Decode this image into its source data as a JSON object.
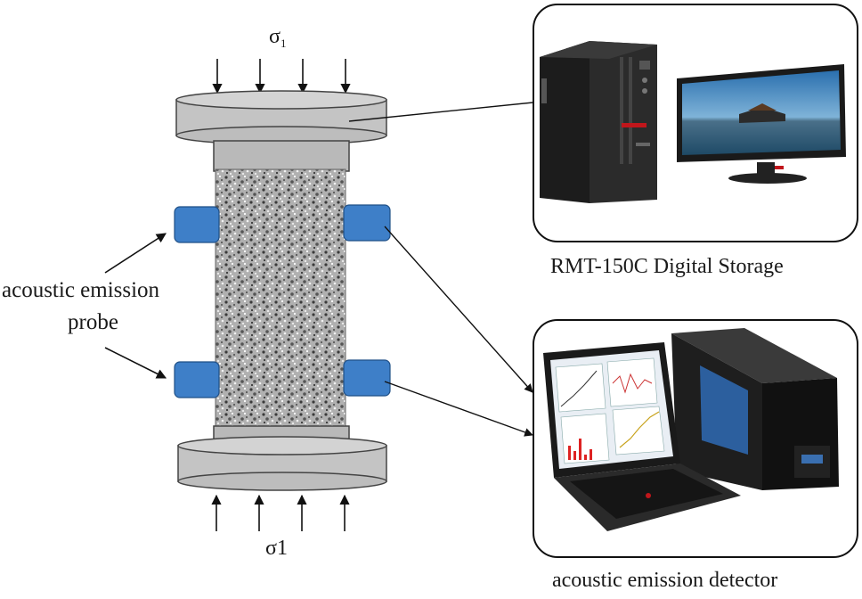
{
  "labels": {
    "sigma_top_symbol": "σ",
    "sigma_top_subscript": "1",
    "sigma_bottom": "σ1",
    "probe_line1": "acoustic emission",
    "probe_line2": "probe",
    "storage_caption": "RMT-150C Digital Storage",
    "detector_caption": "acoustic emission detector"
  },
  "colors": {
    "platen": "#c6c6c6",
    "platen_dark": "#8e8e8e",
    "rock": "#a6a6a6",
    "probe": "#3e7fc8",
    "outline": "#222222"
  },
  "icons": {
    "computer": "desktop-computer-icon",
    "detector": "laptop-detector-icon"
  }
}
